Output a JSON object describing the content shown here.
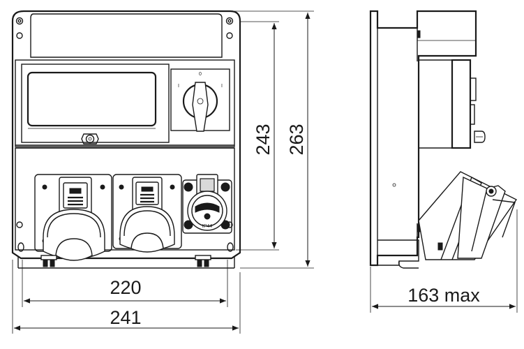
{
  "dimensions": {
    "outer_height": "263",
    "inner_height": "243",
    "inner_width": "220",
    "outer_width": "241",
    "depth": "163 max"
  },
  "switch_labels": {
    "zero": "0",
    "left": "I",
    "right": "I"
  },
  "socket_rating": "IP44"
}
